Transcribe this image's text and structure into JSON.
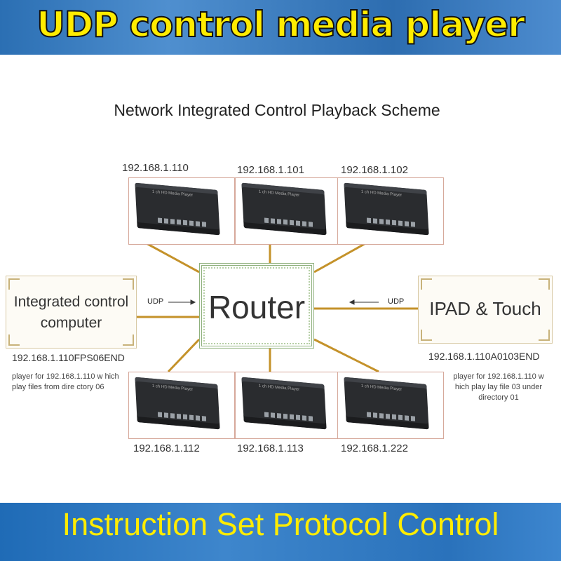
{
  "header": {
    "title": "UDP control media player"
  },
  "diagram": {
    "subtitle": "Network Integrated Control Playback Scheme",
    "router_label": "Router",
    "protocol_label": "UDP",
    "left_node": {
      "label": "Integrated control computer",
      "command": "192.168.1.110FPS06END",
      "note": "player for 192.168.1.110 w hich play files from       dire ctory 06"
    },
    "right_node": {
      "label": "IPAD & Touch",
      "command": "192.168.1.110A0103END",
      "note": "player for 192.168.1.110 w hich play lay file 03     under directory 01"
    },
    "devices": [
      {
        "ip": "192.168.1.110",
        "device_text": "1 ch HD Media Player"
      },
      {
        "ip": "192.168.1.101",
        "device_text": "1 ch HD Media Player"
      },
      {
        "ip": "192.168.1.102",
        "device_text": "1 ch HD Media Player"
      },
      {
        "ip": "192.168.1.112",
        "device_text": "1 ch HD Media Player"
      },
      {
        "ip": "192.168.1.113",
        "device_text": "1 ch HD Media Player"
      },
      {
        "ip": "192.168.1.222",
        "device_text": "1 ch HD Media Player"
      }
    ]
  },
  "footer": {
    "title": "Instruction Set Protocol Control"
  },
  "colors": {
    "banner": "#2d6fb5",
    "title_text": "#ffec00",
    "connector": "#c4922a",
    "router_border": "#8fb17d"
  }
}
